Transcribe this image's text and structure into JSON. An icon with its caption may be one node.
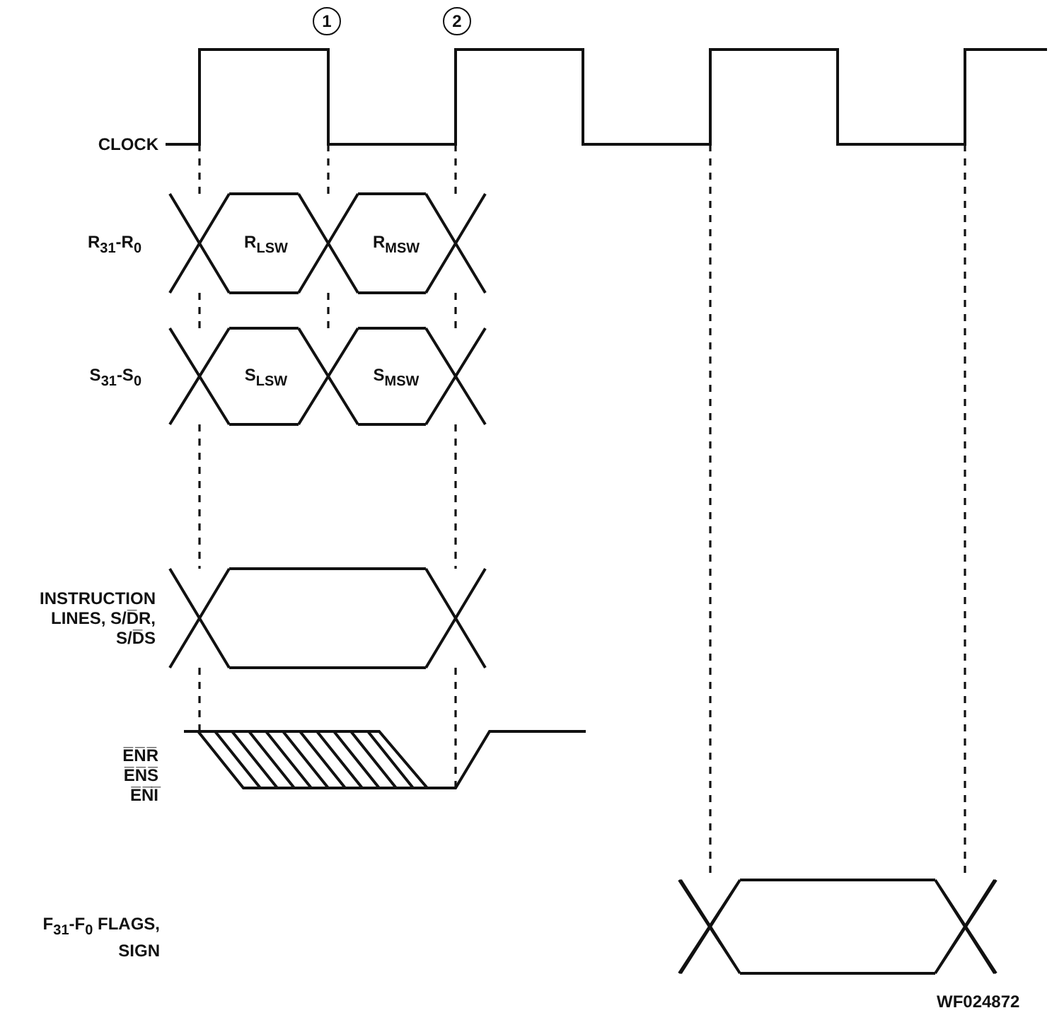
{
  "diagram": {
    "labels": [
      "1",
      "2",
      "CLOCK",
      "R$_{31}$-R$_{0}$",
      "R$_{LSW}$",
      "R$_{MSW}$",
      "S$_{31}$-S$_{0}$",
      "S$_{LSW}$",
      "S$_{MSW}$",
      "INSTRUCTION LINES, S/D̅R, S/D̅S",
      "E̅N̅R̅",
      "E̅N̅S̅",
      "E̅N̅I̅",
      "F$_{31}$-F$_{0}$ FLAGS, SIGN",
      "WF024872"
    ]
  }
}
